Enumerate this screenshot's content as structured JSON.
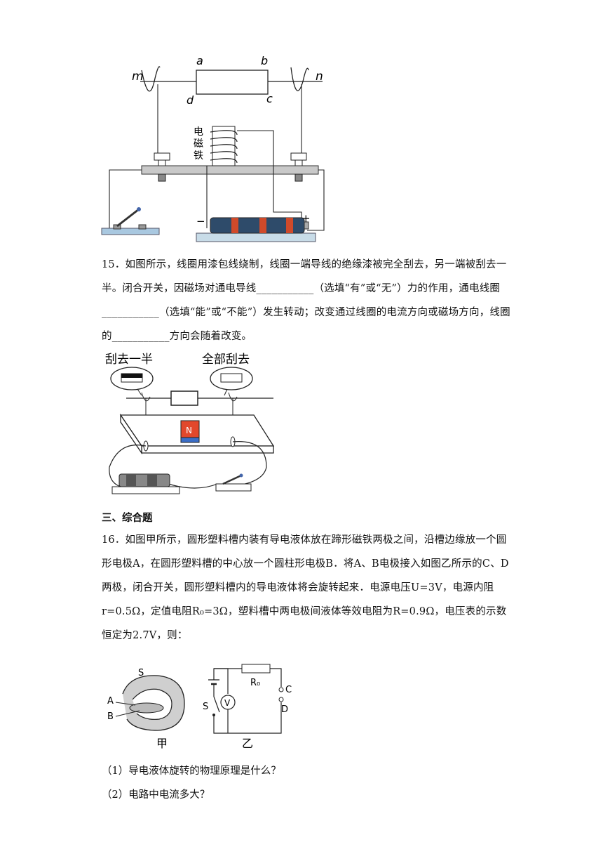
{
  "fig14": {
    "label_a": "a",
    "label_b": "b",
    "label_c": "c",
    "label_d": "d",
    "label_m": "m",
    "label_n": "n",
    "electromagnet_chars": [
      "电",
      "磁",
      "铁"
    ],
    "minus": "−",
    "plus": "+"
  },
  "q15": {
    "text": "15．如图所示，线圈用漆包线绕制，线圈一端导线的绝缘漆被完全刮去，另一端被刮去一半。闭合开关，因磁场对通电导线___________（选填“有”或“无”）力的作用，通电线圈___________（选填“能”或“不能”）发生转动；改变通过线圈的电流方向或磁场方向，线圈的___________方向会随着改变。"
  },
  "fig15": {
    "label_half": "刮去一半",
    "label_full": "全部刮去",
    "magnet_pole": "N"
  },
  "section3": {
    "heading": "三、综合题"
  },
  "q16": {
    "text": "16．如图甲所示，圆形塑料槽内装有导电液体放在蹄形磁铁两极之间，沿槽边缘放一个圆形电极A，在圆形塑料槽的中心放一个圆柱形电极B．将A、B电极接入如图乙所示的C、D两极，闭合开关，圆形塑料槽内的导电液体将会旋转起来．电源电压U=3V，电源内阻r=0.5Ω，定值电阻R₀=3Ω，塑料槽中两电极间液体等效电阻为R=0.9Ω，电压表的示数恒定为2.7V，则：",
    "sub1": "（1）导电液体旋转的物理原理是什么？",
    "sub2": "（2）电路中电流多大？"
  },
  "fig16": {
    "label_S_magnet": "S",
    "label_A": "A",
    "label_B": "B",
    "label_R0": "R₀",
    "label_C": "C",
    "label_D": "D",
    "label_S_switch": "S",
    "label_V": "V",
    "caption_jia": "甲",
    "caption_yi": "乙"
  }
}
